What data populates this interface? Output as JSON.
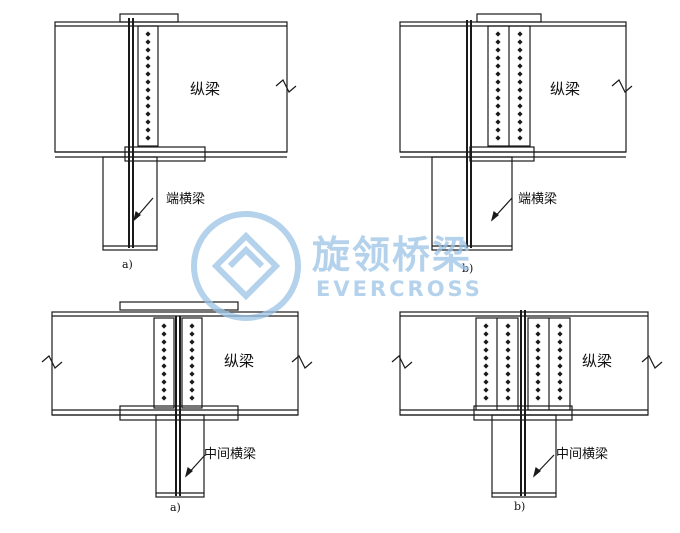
{
  "panels": {
    "top_left": {
      "beam_label": "纵梁",
      "callout": "端横梁",
      "caption": "a)"
    },
    "top_right": {
      "beam_label": "纵梁",
      "callout": "端横梁",
      "caption": "b)"
    },
    "bottom_left": {
      "beam_label": "纵梁",
      "callout": "中间横梁",
      "caption": "a)"
    },
    "bottom_right": {
      "beam_label": "纵梁",
      "callout": "中间横梁",
      "caption": "b)"
    }
  },
  "watermark": {
    "cn": "旋领桥梁",
    "en": "EVERCROSS",
    "color": "#9cc3e6"
  },
  "line_color": "#1a1a1a"
}
